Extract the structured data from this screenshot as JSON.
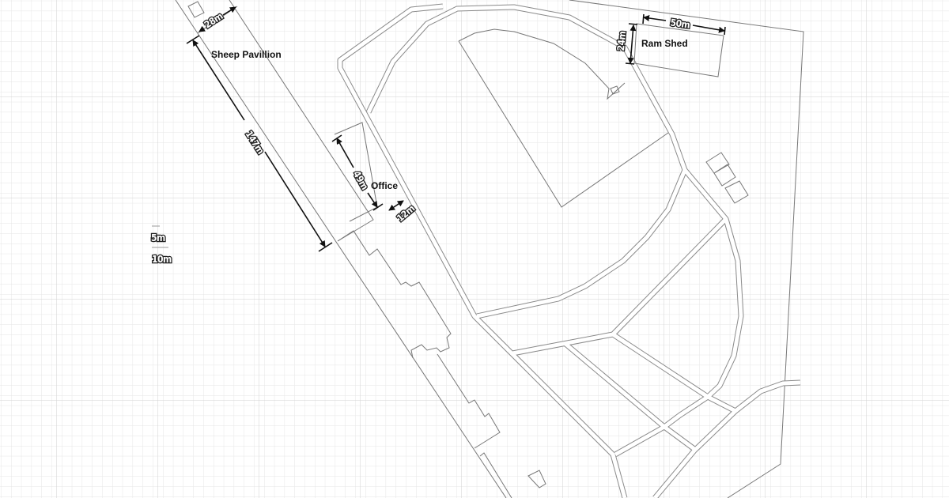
{
  "buildings": {
    "sheep_pavilion": {
      "label": "Sheep Pavillion",
      "length": "147m",
      "width": "28m"
    },
    "office": {
      "label": "Office",
      "length": "49m",
      "width": "12m"
    },
    "ram_shed": {
      "label": "Ram Shed",
      "length": "50m",
      "width": "24m"
    }
  },
  "scale": {
    "small": "5m",
    "large": "10m"
  },
  "colors": {
    "grid_minor": "#e6e6e6",
    "grid_major": "#d2d2d2",
    "lines": "#777777",
    "dimension": "#111111"
  }
}
